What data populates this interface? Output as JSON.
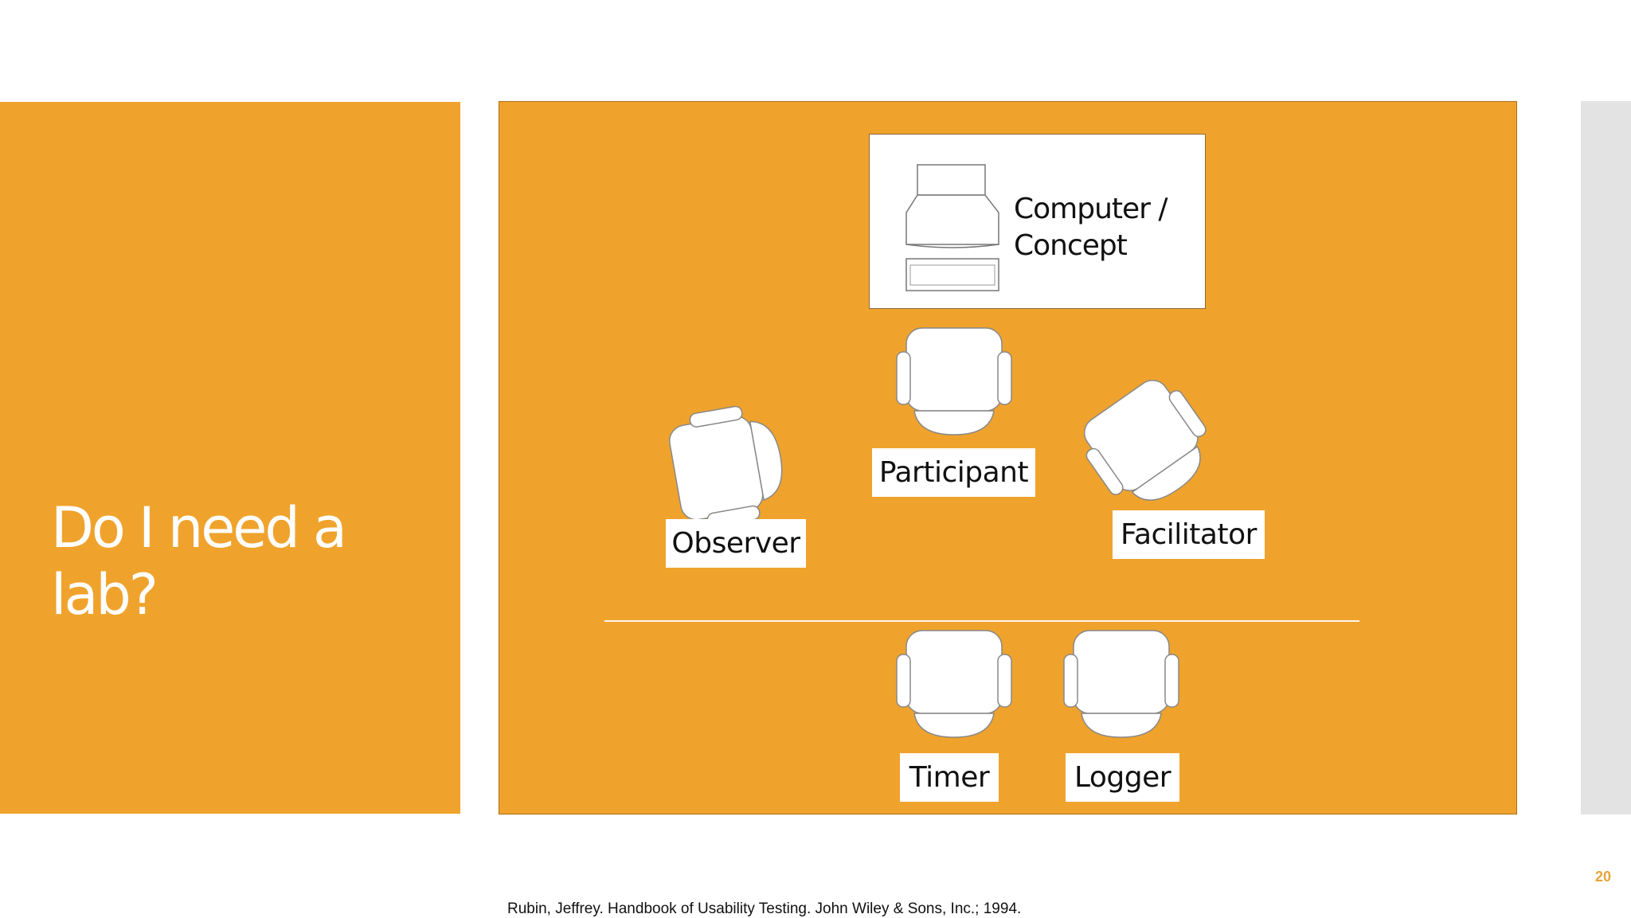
{
  "slide": {
    "title": "Do I need a lab?",
    "page_number": "20",
    "citation": "Rubin, Jeffrey.  Handbook of Usability Testing.  John Wiley & Sons, Inc.; 1994."
  },
  "diagram": {
    "computer_label": "Computer / Concept",
    "roles": {
      "participant": "Participant",
      "observer": "Observer",
      "facilitator": "Facilitator",
      "timer": "Timer",
      "logger": "Logger"
    }
  },
  "colors": {
    "accent": "#efa32d",
    "side_bar": "#e3e3e3",
    "page_number": "#e8a23a"
  }
}
